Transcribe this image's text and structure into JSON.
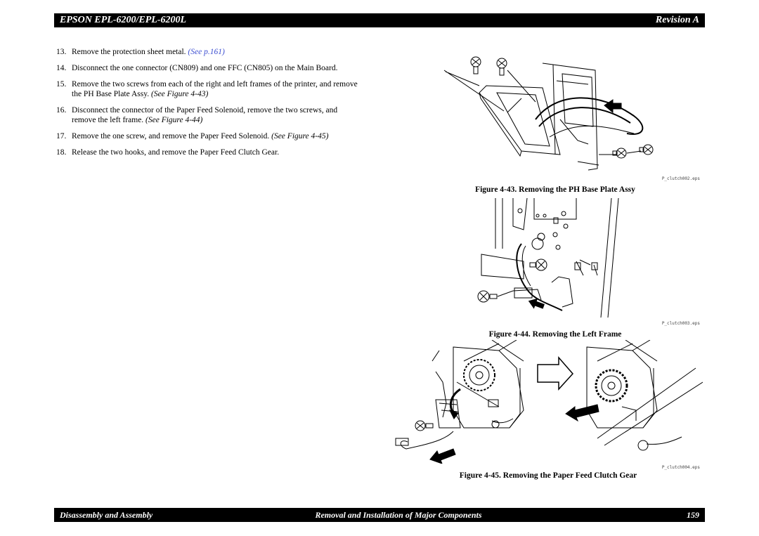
{
  "header": {
    "left": "EPSON EPL-6200/EPL-6200L",
    "right": "Revision A"
  },
  "steps": [
    {
      "num": "13.",
      "text": "Remove the protection sheet metal. ",
      "link": "(See p.161)",
      "link_color": "#3d4fd1"
    },
    {
      "num": "14.",
      "text": "Disconnect the one connector (CN809) and one FFC (CN805) on the Main Board.",
      "link": ""
    },
    {
      "num": "15.",
      "text": "Remove the two screws from each of the right and left frames of the printer, and remove the PH Base Plate Assy. ",
      "link": "(See Figure 4-43)"
    },
    {
      "num": "16.",
      "text": "Disconnect the connector of the Paper Feed Solenoid, remove the two screws, and remove the left frame. ",
      "link": "(See Figure 4-44)"
    },
    {
      "num": "17.",
      "text": "Remove the one screw, and remove the Paper Feed Solenoid. ",
      "link": "(See Figure 4-45)"
    },
    {
      "num": "18.",
      "text": "Release the two hooks, and remove the Paper Feed Clutch Gear.",
      "link": ""
    }
  ],
  "figures": [
    {
      "file": "P_clutch002.eps",
      "caption": "Figure 4-43.  Removing the PH Base Plate Assy"
    },
    {
      "file": "P_clutch003.eps",
      "caption": "Figure 4-44.  Removing the Left Frame"
    },
    {
      "file": "P_clutch004.eps",
      "caption": "Figure 4-45.  Removing the Paper Feed Clutch Gear"
    }
  ],
  "footer": {
    "left": "Disassembly and Assembly",
    "center": "Removal and Installation of Major Components",
    "page": "159"
  }
}
